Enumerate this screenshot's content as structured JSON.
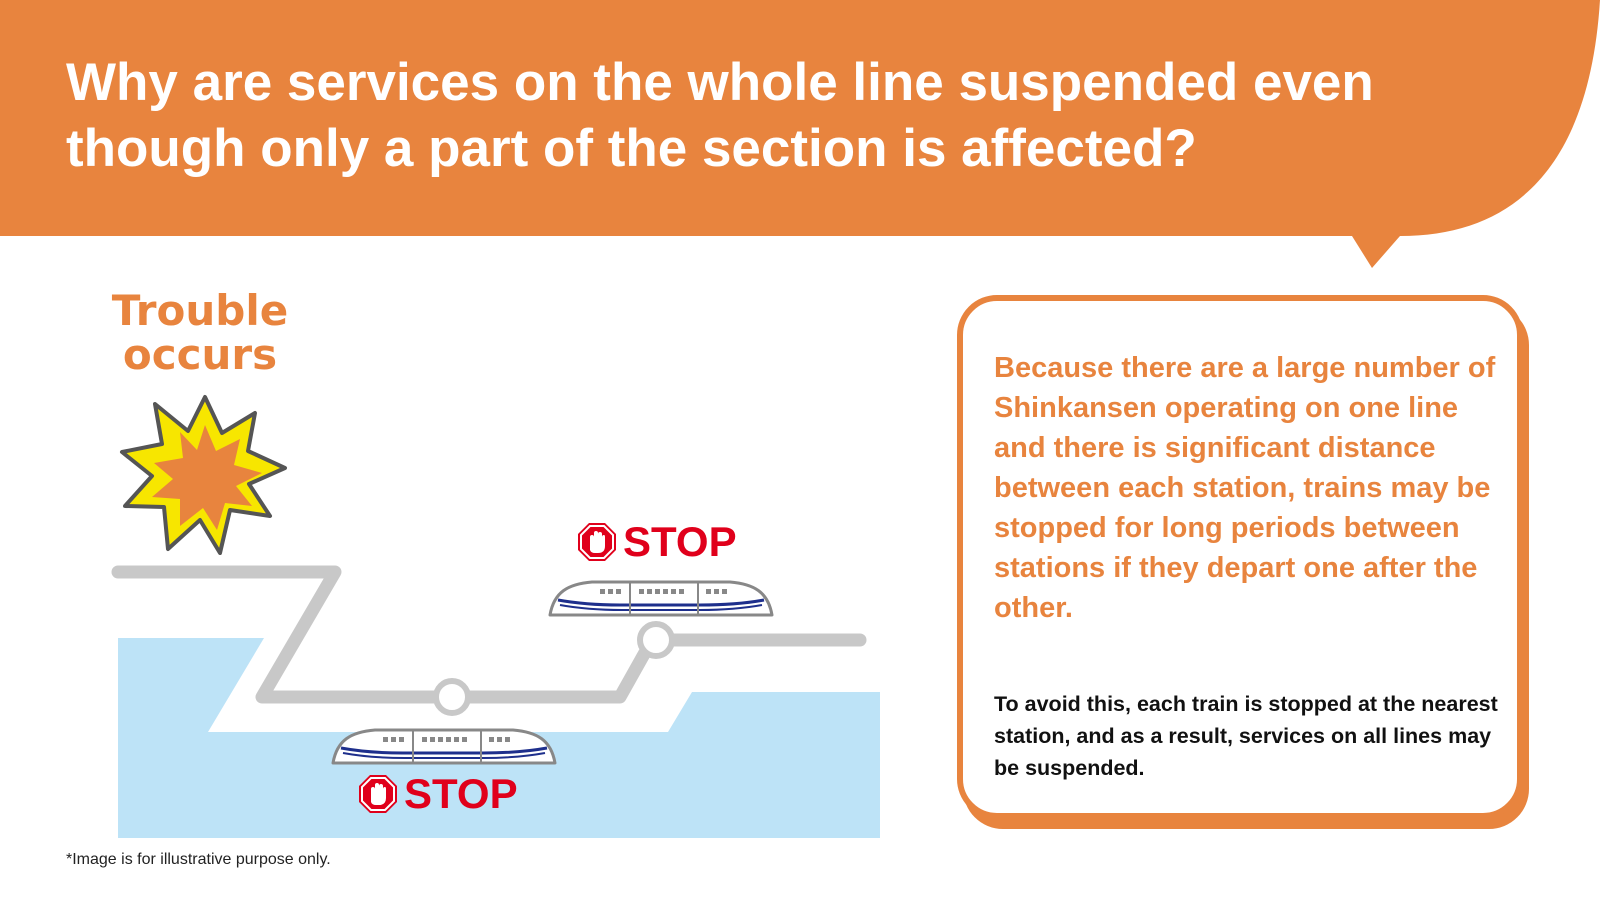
{
  "title": "Why are services on the whole line suspended even though only a part of the section is affected?",
  "diagram": {
    "trouble_label": "Trouble occurs",
    "stop_label_upper": "STOP",
    "stop_label_lower": "STOP",
    "icons": [
      "explosion-icon",
      "stop-hand-icon",
      "shinkansen-train-icon",
      "station-node-icon"
    ]
  },
  "explanation": {
    "main": "Because there are a large number of Shinkansen operating on one line and there is significant distance between each station, trains may be stopped for long periods between stations if they depart one after the other.",
    "sub": "To avoid this, each train is stopped at the nearest station, and as a result, services on all lines may be suspended."
  },
  "footnote": "*Image is for illustrative purpose only.",
  "colors": {
    "accent_orange": "#e8843e",
    "stop_red": "#e0001b",
    "water_blue": "#bde3f7",
    "track_gray": "#cccccc",
    "burst_yellow": "#f7e600"
  }
}
